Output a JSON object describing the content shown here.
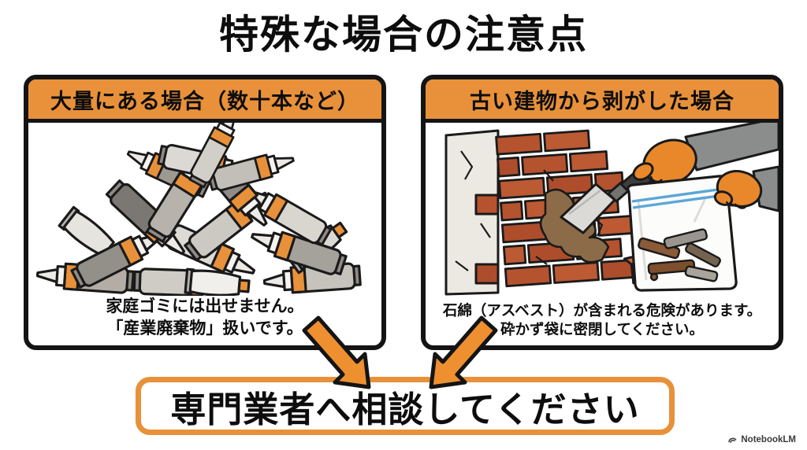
{
  "title": "特殊な場合の注意点",
  "panels": [
    {
      "header": "大量にある場合（数十本など）",
      "caption_lines": [
        "家庭ゴミには出せません。",
        "「産業廃棄物」扱いです。"
      ],
      "illustration": "pile-of-caulk-cartridges"
    },
    {
      "header": "古い建物から剥がした場合",
      "caption_lines": [
        "石綿（アスベスト）が含まれる危険があります。",
        "砕かず袋に密閉してください。"
      ],
      "illustration": "scraping-old-brick-wall-and-sealing-debris-in-bag"
    }
  ],
  "conclusion": {
    "label": "専門業者へ相談してください"
  },
  "watermark": {
    "label": "NotebookLM"
  },
  "colors": {
    "accent_orange": "#E8913A",
    "arrow_orange": "#EE9030",
    "glove_orange": "#E8882B",
    "brick_red": "#B5532F",
    "outline_black": "#141414",
    "background": "#FFFFFF"
  }
}
